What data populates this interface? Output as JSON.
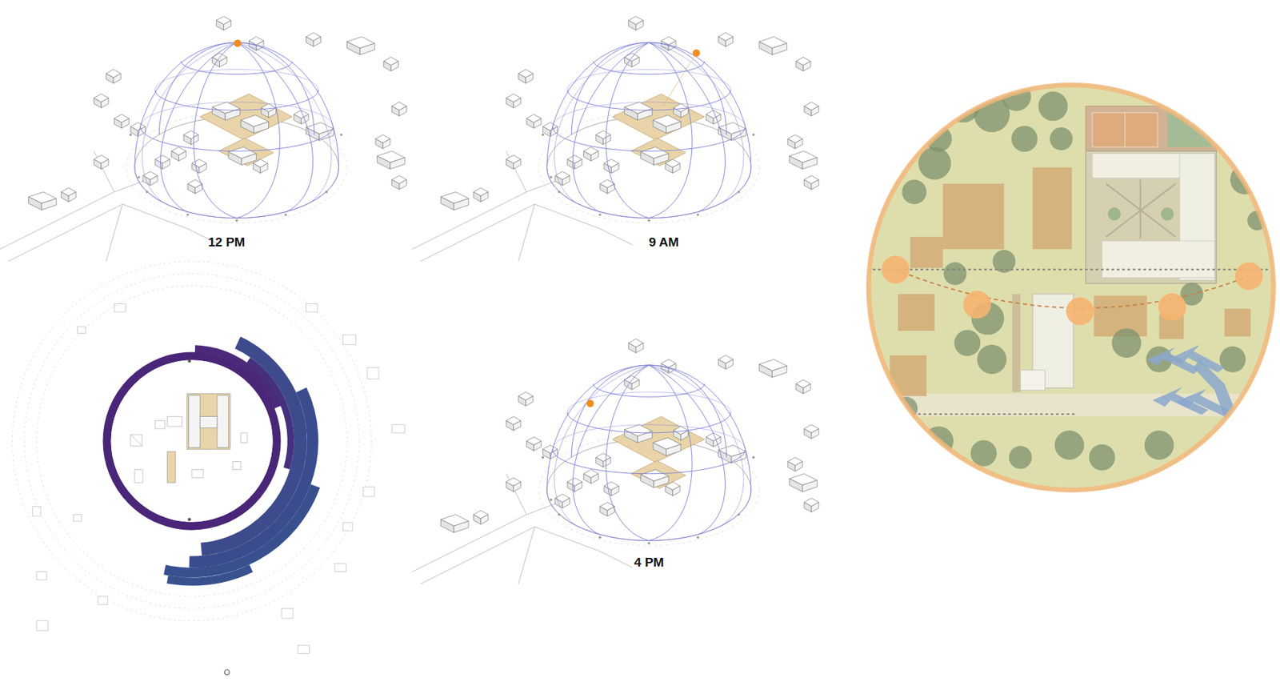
{
  "diagram": {
    "labels": [
      "12 PM",
      "9 AM",
      "4 PM"
    ]
  }
}
